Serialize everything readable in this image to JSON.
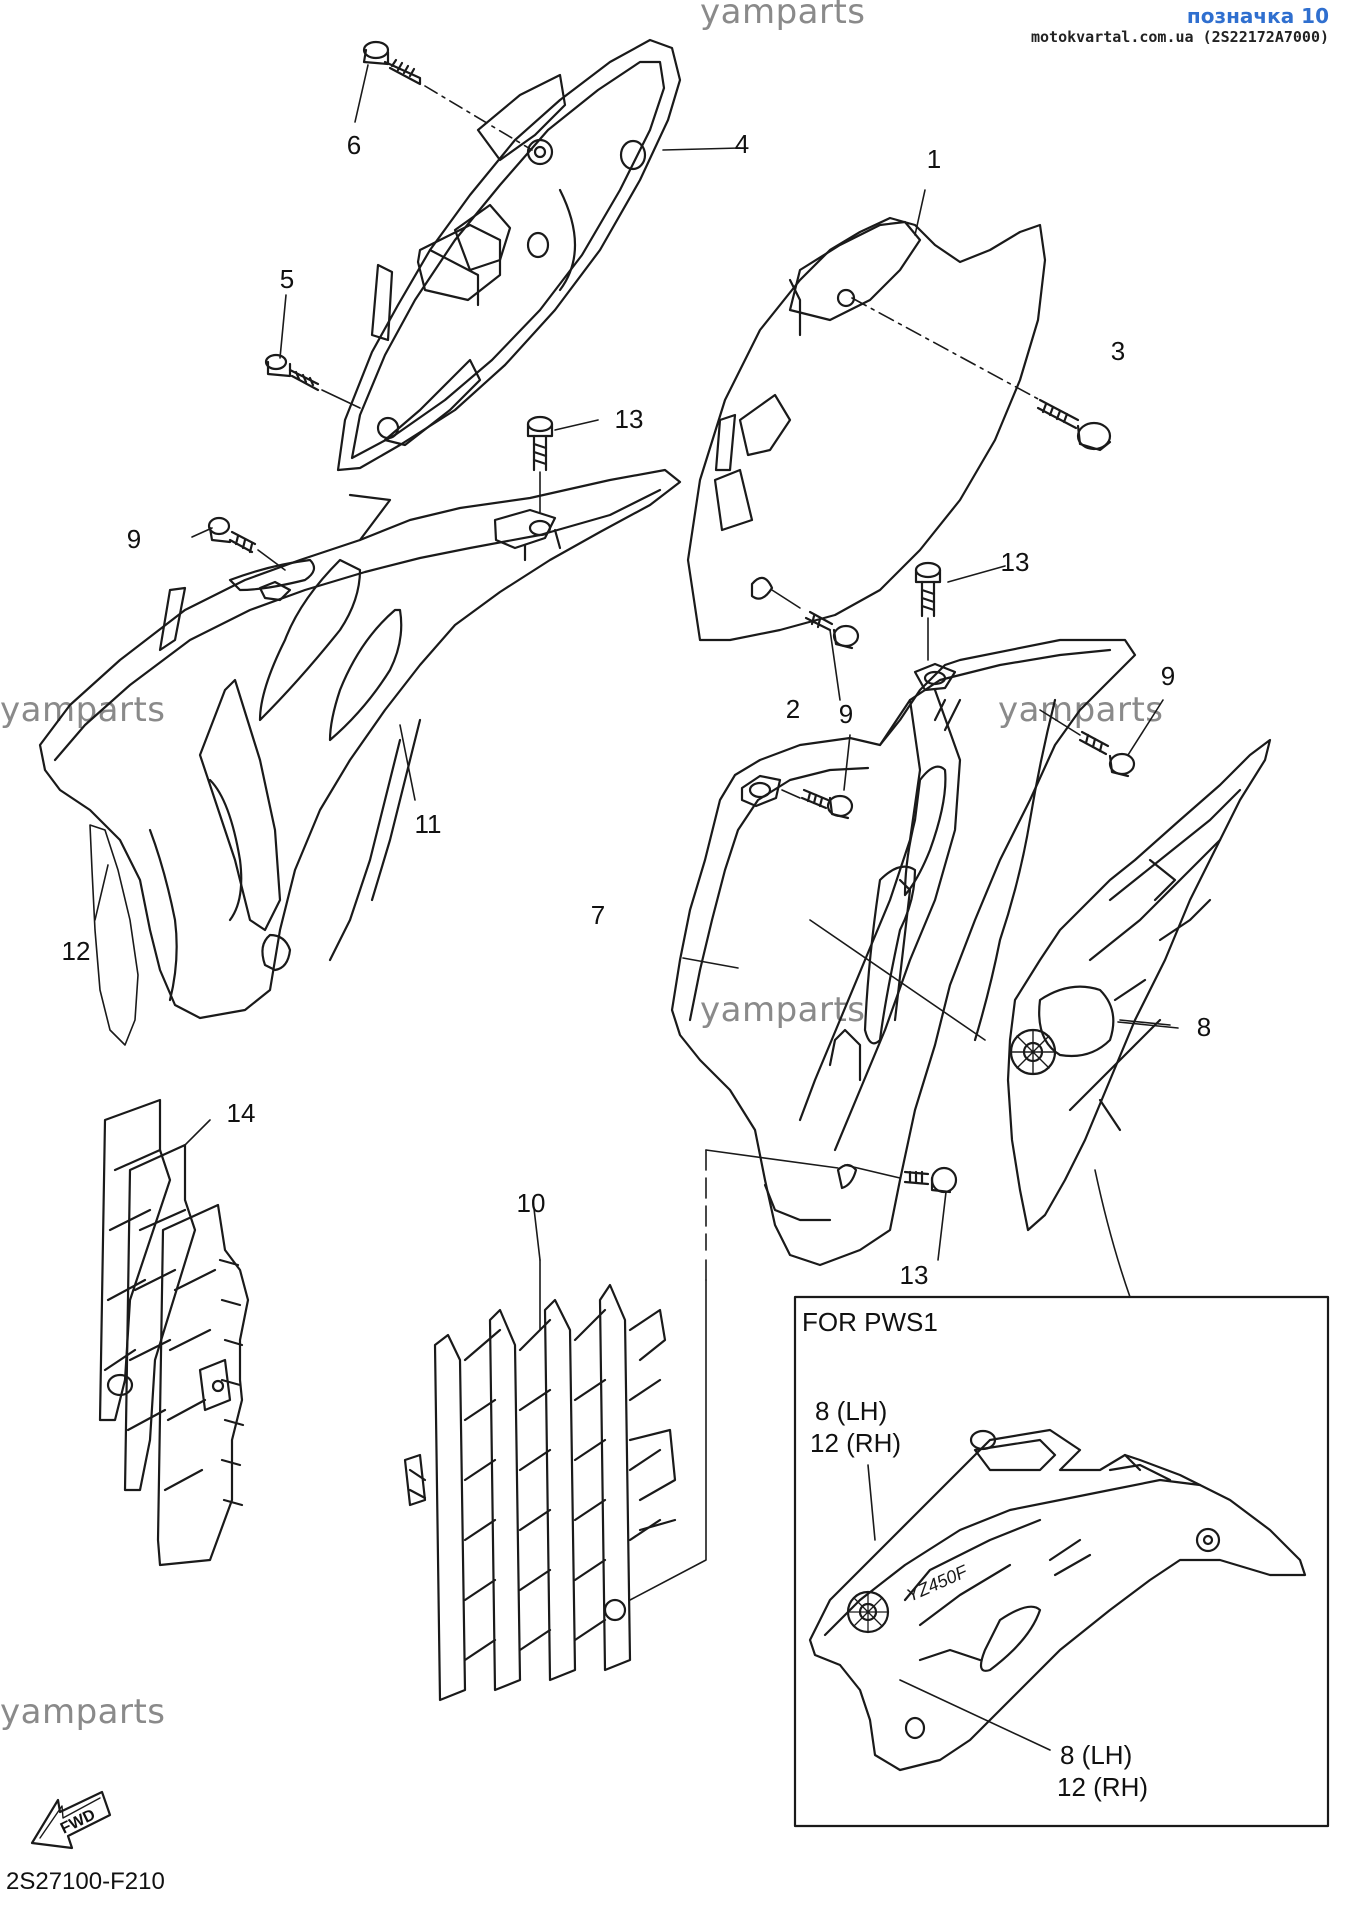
{
  "header": {
    "ref_label": "позначка 10",
    "source_line": "motokvartal.com.ua (2S22172A7000)"
  },
  "watermarks": [
    "yamparts",
    "yamparts",
    "yamparts",
    "yamparts",
    "yamparts",
    "yamparts"
  ],
  "callouts": [
    {
      "n": "1"
    },
    {
      "n": "2"
    },
    {
      "n": "3"
    },
    {
      "n": "4"
    },
    {
      "n": "5"
    },
    {
      "n": "6"
    },
    {
      "n": "7"
    },
    {
      "n": "8"
    },
    {
      "n": "9"
    },
    {
      "n": "9"
    },
    {
      "n": "9"
    },
    {
      "n": "10"
    },
    {
      "n": "11"
    },
    {
      "n": "12"
    },
    {
      "n": "13"
    },
    {
      "n": "13"
    },
    {
      "n": "13"
    },
    {
      "n": "14"
    }
  ],
  "inset": {
    "title": "FOR PWS1",
    "label_top_lh": "8  (LH)",
    "label_top_rh": "12 (RH)",
    "label_bottom_lh": "8  (LH)",
    "label_bottom_rh": "12 (RH)",
    "decal_text": "YZ450F"
  },
  "fwd_label": "FWD",
  "diagram_code": "2S27100-F210",
  "colors": {
    "line": "#1a1a1a",
    "watermark": "#8a8a8a",
    "ref": "#2f6fcf"
  }
}
